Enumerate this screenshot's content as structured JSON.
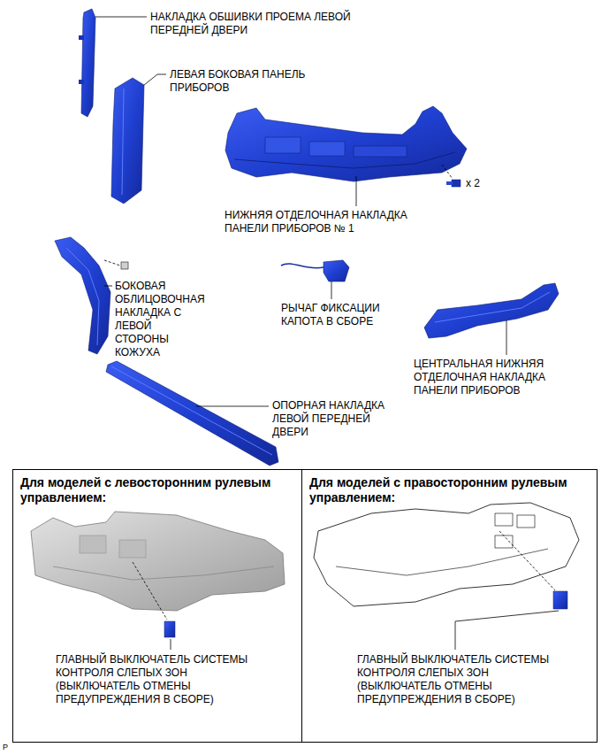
{
  "diagram": {
    "nodes": [
      {
        "text": [
          "Для моделей с левосторонним рулевым управлением:",
          "ГЛАВНЫЙ ВЫКЛЮЧАТЕЛЬ СИСТЕМЫ КОНТРОЛЯ СЛЕПЫХ ЗОН (ВЫКЛЮЧАТЕЛЬ ОТМЕНЫ ПРЕДУПРЕЖДЕНИЯ В СБОРЕ)"
        ]
      },
      {
        "text": [
          "Для моделей с правосторонним рулевым управлением:",
          "ГЛАВНЫЙ ВЫКЛЮЧАТЕЛЬ СИСТЕМЫ КОНТРОЛЯ СЛЕПЫХ ЗОН (ВЫКЛЮЧАТЕЛЬ ОТМЕНЫ ПРЕДУПРЕЖДЕНИЯ В СБОРЕ)"
        ]
      }
    ],
    "labels": [
      "НАКЛАДКА ОБШИВКИ ПРОЕМА ЛЕВОЙ ПЕРЕДНЕЙ ДВЕРИ",
      "ЛЕВАЯ БОКОВАЯ ПАНЕЛЬ ПРИБОРОВ",
      "x 2",
      "НИЖНЯЯ ОТДЕЛОЧНАЯ НАКЛАДКА ПАНЕЛИ ПРИБОРОВ № 1",
      "БОКОВАЯ ОБЛИЦОВОЧНАЯ НАКЛАДКА С ЛЕВОЙ СТОРОНЫ КОЖУХА",
      "РЫЧАГ ФИКСАЦИИ КАПОТА В СБОРЕ",
      "ЦЕНТРАЛЬНАЯ НИЖНЯЯ ОТДЕЛОЧНАЯ НАКЛАДКА ПАНЕЛИ ПРИБОРОВ",
      "ОПОРНАЯ НАКЛАДКА ЛЕВОЙ ПЕРЕДНЕЙ ДВЕРИ",
      "P"
    ]
  }
}
